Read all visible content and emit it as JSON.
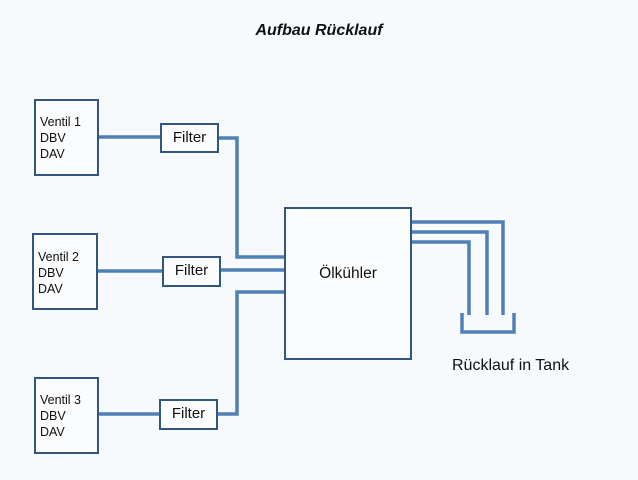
{
  "title": "Aufbau Rücklauf",
  "valves": [
    {
      "name": "Ventil 1",
      "lines": [
        "DBV",
        "DAV"
      ]
    },
    {
      "name": "Ventil 2",
      "lines": [
        "DBV",
        "DAV"
      ]
    },
    {
      "name": "Ventil 3",
      "lines": [
        "DBV",
        "DAV"
      ]
    }
  ],
  "filters": [
    "Filter",
    "Filter",
    "Filter"
  ],
  "cooler": {
    "label": "Ölkühler"
  },
  "tank": {
    "label": "Rücklauf in Tank"
  },
  "colors": {
    "pipe": "#4f7fb8",
    "box_border": "#34557d",
    "background": "#f7fafc"
  }
}
